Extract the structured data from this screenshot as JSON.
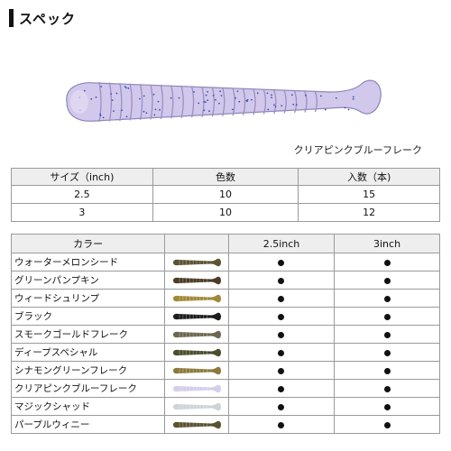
{
  "header": {
    "title": "スペック"
  },
  "hero": {
    "caption": "クリアピンクブルーフレーク",
    "color": "#c9bde6"
  },
  "spec_table": {
    "headers": [
      "サイズ（inch)",
      "色数",
      "入数（本)"
    ],
    "rows": [
      [
        "2.5",
        "10",
        "15"
      ],
      [
        "3",
        "10",
        "12"
      ]
    ]
  },
  "color_table": {
    "headers": [
      "カラー",
      "",
      "2.5inch",
      "3inch"
    ],
    "rows": [
      {
        "name": "ウォーターメロンシード",
        "color": "#5b5432",
        "available_25": true,
        "available_3": true
      },
      {
        "name": "グリーンパンプキン",
        "color": "#4d3b25",
        "available_25": true,
        "available_3": true
      },
      {
        "name": "ウィードシュリンプ",
        "color": "#a08a3a",
        "available_25": true,
        "available_3": true
      },
      {
        "name": "ブラック",
        "color": "#1c1c1c",
        "available_25": true,
        "available_3": true
      },
      {
        "name": "スモークゴールドフレーク",
        "color": "#6d6650",
        "available_25": true,
        "available_3": true
      },
      {
        "name": "ディープスペシャル",
        "color": "#4a4d2e",
        "available_25": true,
        "available_3": true
      },
      {
        "name": "シナモングリーンフレーク",
        "color": "#8c7a3c",
        "available_25": true,
        "available_3": true
      },
      {
        "name": "クリアピンクブルーフレーク",
        "color": "#d4cdeb",
        "available_25": true,
        "available_3": true
      },
      {
        "name": "マジックシャッド",
        "color": "#cfd3d8",
        "available_25": true,
        "available_3": true
      },
      {
        "name": "パープルウィニー",
        "color": "#5a5130",
        "available_25": true,
        "available_3": true
      }
    ]
  }
}
